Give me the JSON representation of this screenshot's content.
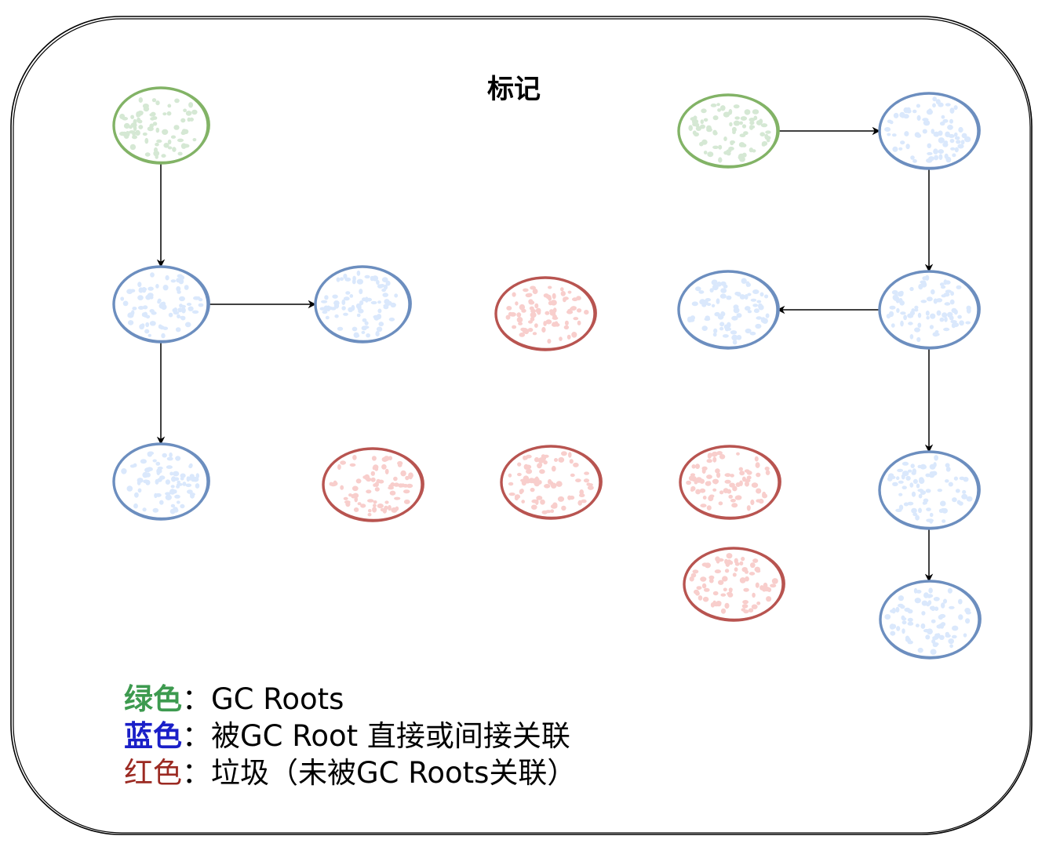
{
  "title": "标记",
  "colors": {
    "green_stroke": "#82b366",
    "green_fill_dot": "#d5e8d4",
    "blue_stroke": "#6c8ebf",
    "blue_fill_dot": "#dae8fc",
    "red_stroke": "#b85450",
    "red_fill_dot": "#f8cecc",
    "legend_green": "#3d9a4f",
    "legend_blue": "#1a1fc8",
    "legend_red": "#9b2a22",
    "edge": "#000000",
    "frame": "#000000"
  },
  "nodes": [
    {
      "id": "g1",
      "kind": "green"
    },
    {
      "id": "b1",
      "kind": "blue"
    },
    {
      "id": "b2",
      "kind": "blue"
    },
    {
      "id": "b3",
      "kind": "blue"
    },
    {
      "id": "r1",
      "kind": "red"
    },
    {
      "id": "r2",
      "kind": "red"
    },
    {
      "id": "r3",
      "kind": "red"
    },
    {
      "id": "r4",
      "kind": "red"
    },
    {
      "id": "r5",
      "kind": "red"
    },
    {
      "id": "g2",
      "kind": "green"
    },
    {
      "id": "b4",
      "kind": "blue"
    },
    {
      "id": "b5",
      "kind": "blue"
    },
    {
      "id": "b6",
      "kind": "blue"
    },
    {
      "id": "b7",
      "kind": "blue"
    },
    {
      "id": "b8",
      "kind": "blue"
    }
  ],
  "edges": [
    {
      "from": "g1",
      "to": "b1"
    },
    {
      "from": "b1",
      "to": "b2"
    },
    {
      "from": "b1",
      "to": "b3"
    },
    {
      "from": "g2",
      "to": "b4"
    },
    {
      "from": "b4",
      "to": "b6"
    },
    {
      "from": "b6",
      "to": "b5"
    },
    {
      "from": "b6",
      "to": "b7"
    },
    {
      "from": "b7",
      "to": "b8"
    }
  ],
  "legend": [
    {
      "key": "绿色",
      "sep": "：",
      "text": "GC Roots",
      "color_key": "legend_green",
      "bold": true
    },
    {
      "key": "蓝色",
      "sep": "：",
      "text": "被GC Root 直接或间接关联",
      "color_key": "legend_blue",
      "bold": true
    },
    {
      "key": "红色",
      "sep": "：",
      "text": "垃圾（未被GC Roots关联）",
      "color_key": "legend_red",
      "bold": false
    }
  ]
}
